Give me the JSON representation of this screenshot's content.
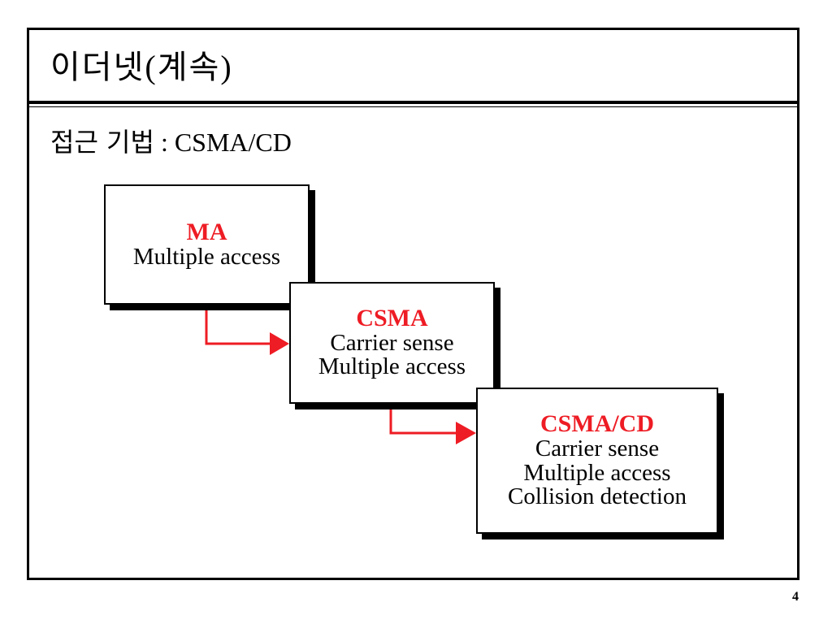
{
  "slide": {
    "title_ko": "이더넷",
    "title_paren_open": "(",
    "title_ko2": "계속",
    "title_paren_close": ")",
    "subtitle_ko": "접근 기법",
    "subtitle_en": " : CSMA/CD",
    "page_number": "4"
  },
  "diagram": {
    "boxes": [
      {
        "id": "ma",
        "heading": "MA",
        "lines": [
          "Multiple access"
        ]
      },
      {
        "id": "csma",
        "heading": "CSMA",
        "lines": [
          "Carrier sense",
          "Multiple access"
        ]
      },
      {
        "id": "csmacd",
        "heading": "CSMA/CD",
        "lines": [
          "Carrier sense",
          "Multiple access",
          "Collision detection"
        ]
      }
    ],
    "arrow_color": "#ee1c24",
    "heading_color": "#ee1c24"
  }
}
